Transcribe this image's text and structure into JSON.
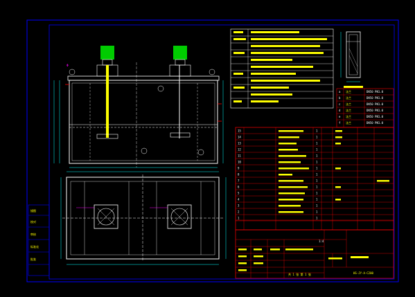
{
  "colors": {
    "background": "#000000",
    "frame": "#0000ff",
    "outline": "#ffffff",
    "table_lines": "#ff0000",
    "text": "#ffff00",
    "motor": "#00cc00",
    "dimension": "#00ffff",
    "annotation": "#ff00ff",
    "shaft": "#ffff00"
  },
  "title_block": {
    "scale_label": "1:4",
    "sheet_label": "共 1 张 第 1 张",
    "drawing_number": "HS-JY-A-C200"
  },
  "right_parts_table": {
    "rows": [
      {
        "code": "a",
        "part": "法兰",
        "spec": "DN50 PN1.0"
      },
      {
        "code": "b",
        "part": "法兰",
        "spec": "DN50 PN1.0"
      },
      {
        "code": "c",
        "part": "法兰",
        "spec": "DN50 PN1.0"
      },
      {
        "code": "d",
        "part": "法兰",
        "spec": "DN50 PN1.0"
      },
      {
        "code": "e",
        "part": "法兰",
        "spec": "DN50 PN1.0"
      },
      {
        "code": "f",
        "part": "法兰",
        "spec": "DN50 PN1.0"
      }
    ]
  },
  "bom_rows": [
    "15",
    "14",
    "13",
    "12",
    "11",
    "10",
    "9",
    "8",
    "7",
    "6",
    "5",
    "4",
    "3",
    "2",
    "1"
  ],
  "left_stamp_labels": [
    "描图",
    "校对",
    "审核",
    "标准化",
    "批准"
  ]
}
